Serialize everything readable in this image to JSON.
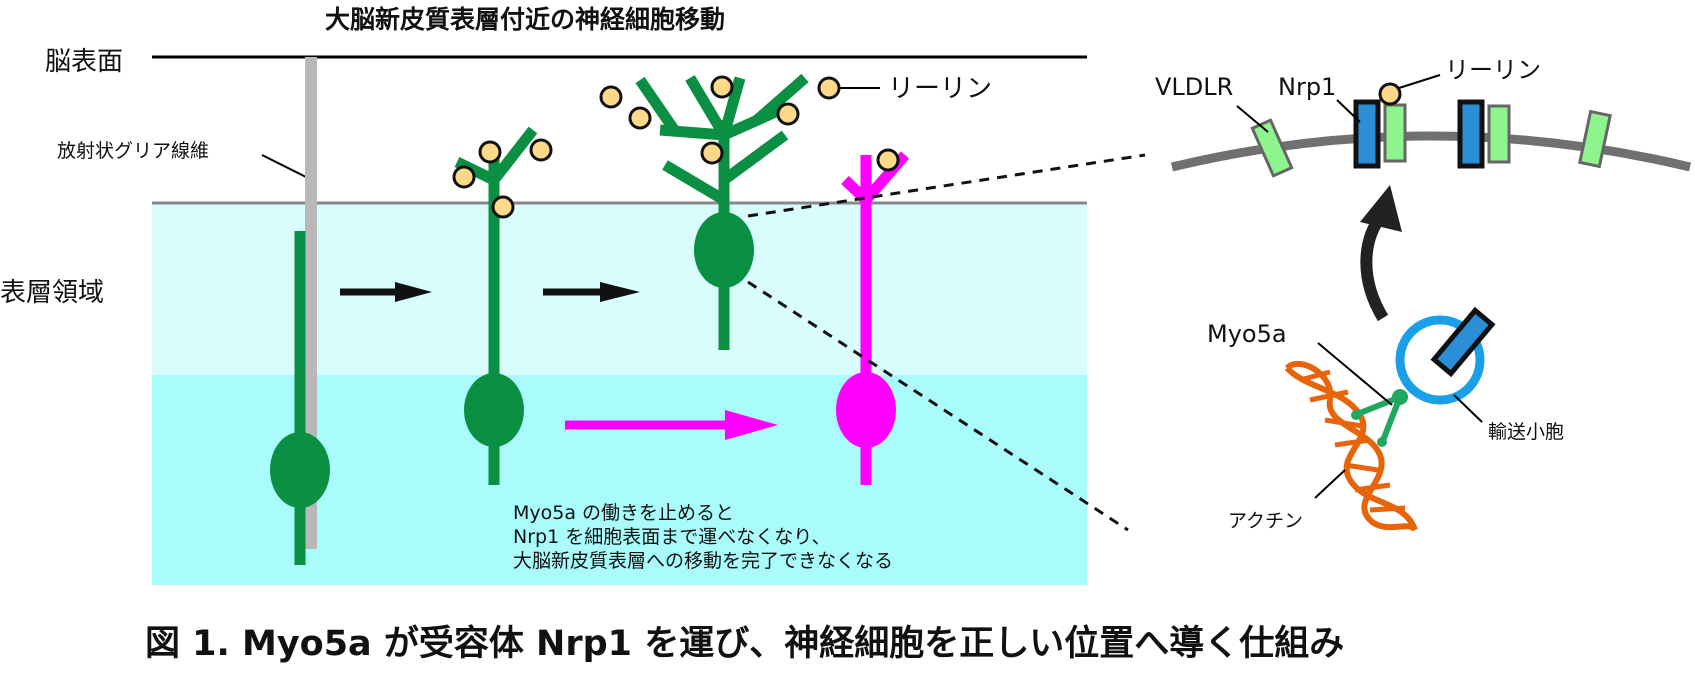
{
  "figure": {
    "title": "大脳新皮質表層付近の神経細胞移動",
    "caption": "図 1. Myo5a が受容体 Nrp1 を運び、神経細胞を正しい位置へ導く仕組み"
  },
  "labels": {
    "brain_surface": "脳表面",
    "radial_glia": "放射状グリア線維",
    "superficial_region": "表層領域",
    "reelin_left": "リーリン",
    "reelin_right": "リーリン",
    "vldlr": "VLDLR",
    "nrp1": "Nrp1",
    "myo5a": "Myo5a",
    "vesicle": "輸送小胞",
    "actin": "アクチン"
  },
  "note": {
    "line1": "Myo5a の働きを止めると",
    "line2": "Nrp1 を細胞表面まで運べなくなり、",
    "line3": "大脳新皮質表層への移動を完了できなくなる"
  },
  "colors": {
    "neuron_normal": "#0b8f43",
    "neuron_knockdown": "#ff00ff",
    "reelin": "#ffd98a",
    "glia": "#b8b8b8",
    "region_upper": "#d9fcfc",
    "region_lower": "#aafcfc",
    "nrp1_fill": "#2a8fd6",
    "vldlr_fill": "#8ef58e",
    "vesicle": "#1aa0e8",
    "actin": "#e8640a",
    "membrane": "#707070"
  },
  "icons": {
    "reelin": "circle",
    "arrow": "right-arrow",
    "transport_arrow": "curved-up-arrow"
  }
}
